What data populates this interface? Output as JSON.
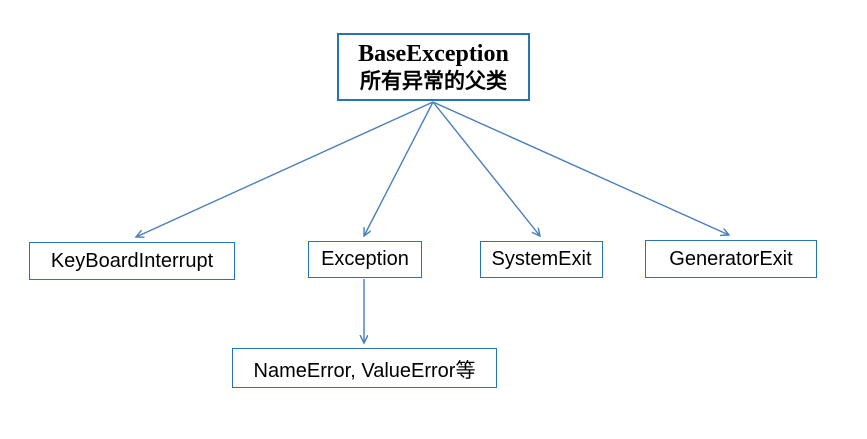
{
  "diagram": {
    "type": "hierarchy",
    "background_color": "#ffffff",
    "box_border_color": "#2573b8",
    "arrow_color": "#4a7ebb",
    "text_color": "#000000",
    "root": {
      "title": "BaseException",
      "subtitle": "所有异常的父类"
    },
    "children": [
      {
        "label": "KeyBoardInterrupt"
      },
      {
        "label": "Exception"
      },
      {
        "label": "SystemExit"
      },
      {
        "label": "GeneratorExit"
      }
    ],
    "grandchild": {
      "label": "NameError, ValueError等"
    },
    "edges": [
      {
        "from": "BaseException",
        "to": "KeyBoardInterrupt"
      },
      {
        "from": "BaseException",
        "to": "Exception"
      },
      {
        "from": "BaseException",
        "to": "SystemExit"
      },
      {
        "from": "BaseException",
        "to": "GeneratorExit"
      },
      {
        "from": "Exception",
        "to": "NameError, ValueError等"
      }
    ]
  }
}
